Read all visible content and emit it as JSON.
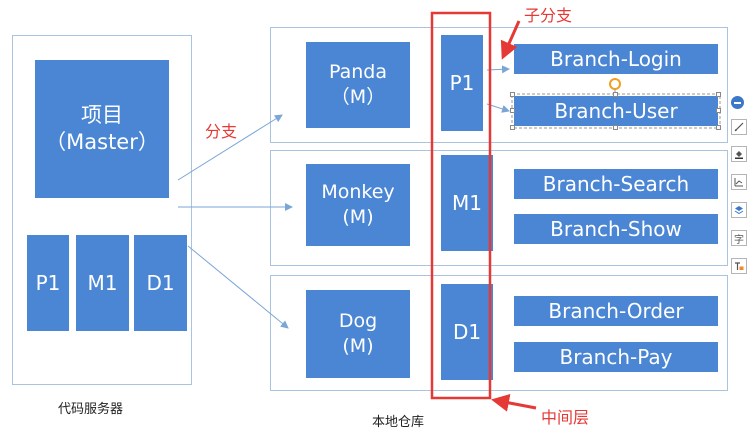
{
  "server": {
    "master_title": "项目",
    "master_sub": "（Master）",
    "items": [
      "P1",
      "M1",
      "D1"
    ],
    "caption": "代码服务器"
  },
  "local": {
    "caption": "本地仓库",
    "rows": [
      {
        "dev_name": "Panda",
        "dev_role": "（M）",
        "mid": "P1",
        "branches": [
          "Branch-Login",
          "Branch-User"
        ]
      },
      {
        "dev_name": "Monkey",
        "dev_role": "(M)",
        "mid": "M1",
        "branches": [
          "Branch-Search",
          "Branch-Show"
        ]
      },
      {
        "dev_name": "Dog",
        "dev_role": "(M)",
        "mid": "D1",
        "branches": [
          "Branch-Order",
          "Branch-Pay"
        ]
      }
    ]
  },
  "labels": {
    "branch": "分支",
    "sub_branch": "子分支",
    "middle_layer": "中间层"
  },
  "colors": {
    "box_fill": "#4a86d4",
    "frame_border": "#a9c4e0",
    "highlight": "#e53935",
    "connector": "#7aa6d6"
  },
  "toolbar": {
    "icons": [
      "minus-icon",
      "edit-icon",
      "fill-icon",
      "chart-icon",
      "layers-icon",
      "text-icon",
      "lock-icon"
    ],
    "text_icon_glyph": "字"
  }
}
